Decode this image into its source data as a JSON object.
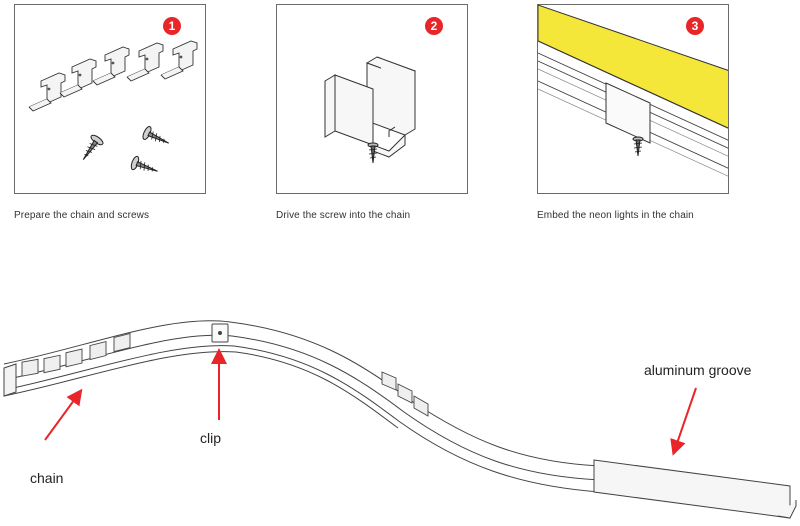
{
  "steps": [
    {
      "number": "1",
      "caption": "Prepare the chain and screws"
    },
    {
      "number": "2",
      "caption": "Drive the screw into the chain"
    },
    {
      "number": "3",
      "caption": "Embed the neon lights in the chain"
    }
  ],
  "diagram": {
    "labels": {
      "chain": "chain",
      "clip": "clip",
      "groove": "aluminum groove"
    }
  },
  "colors": {
    "badge": "#e8262a",
    "neon": "#f5e63a",
    "arrow": "#e8262a",
    "line": "#555555"
  }
}
